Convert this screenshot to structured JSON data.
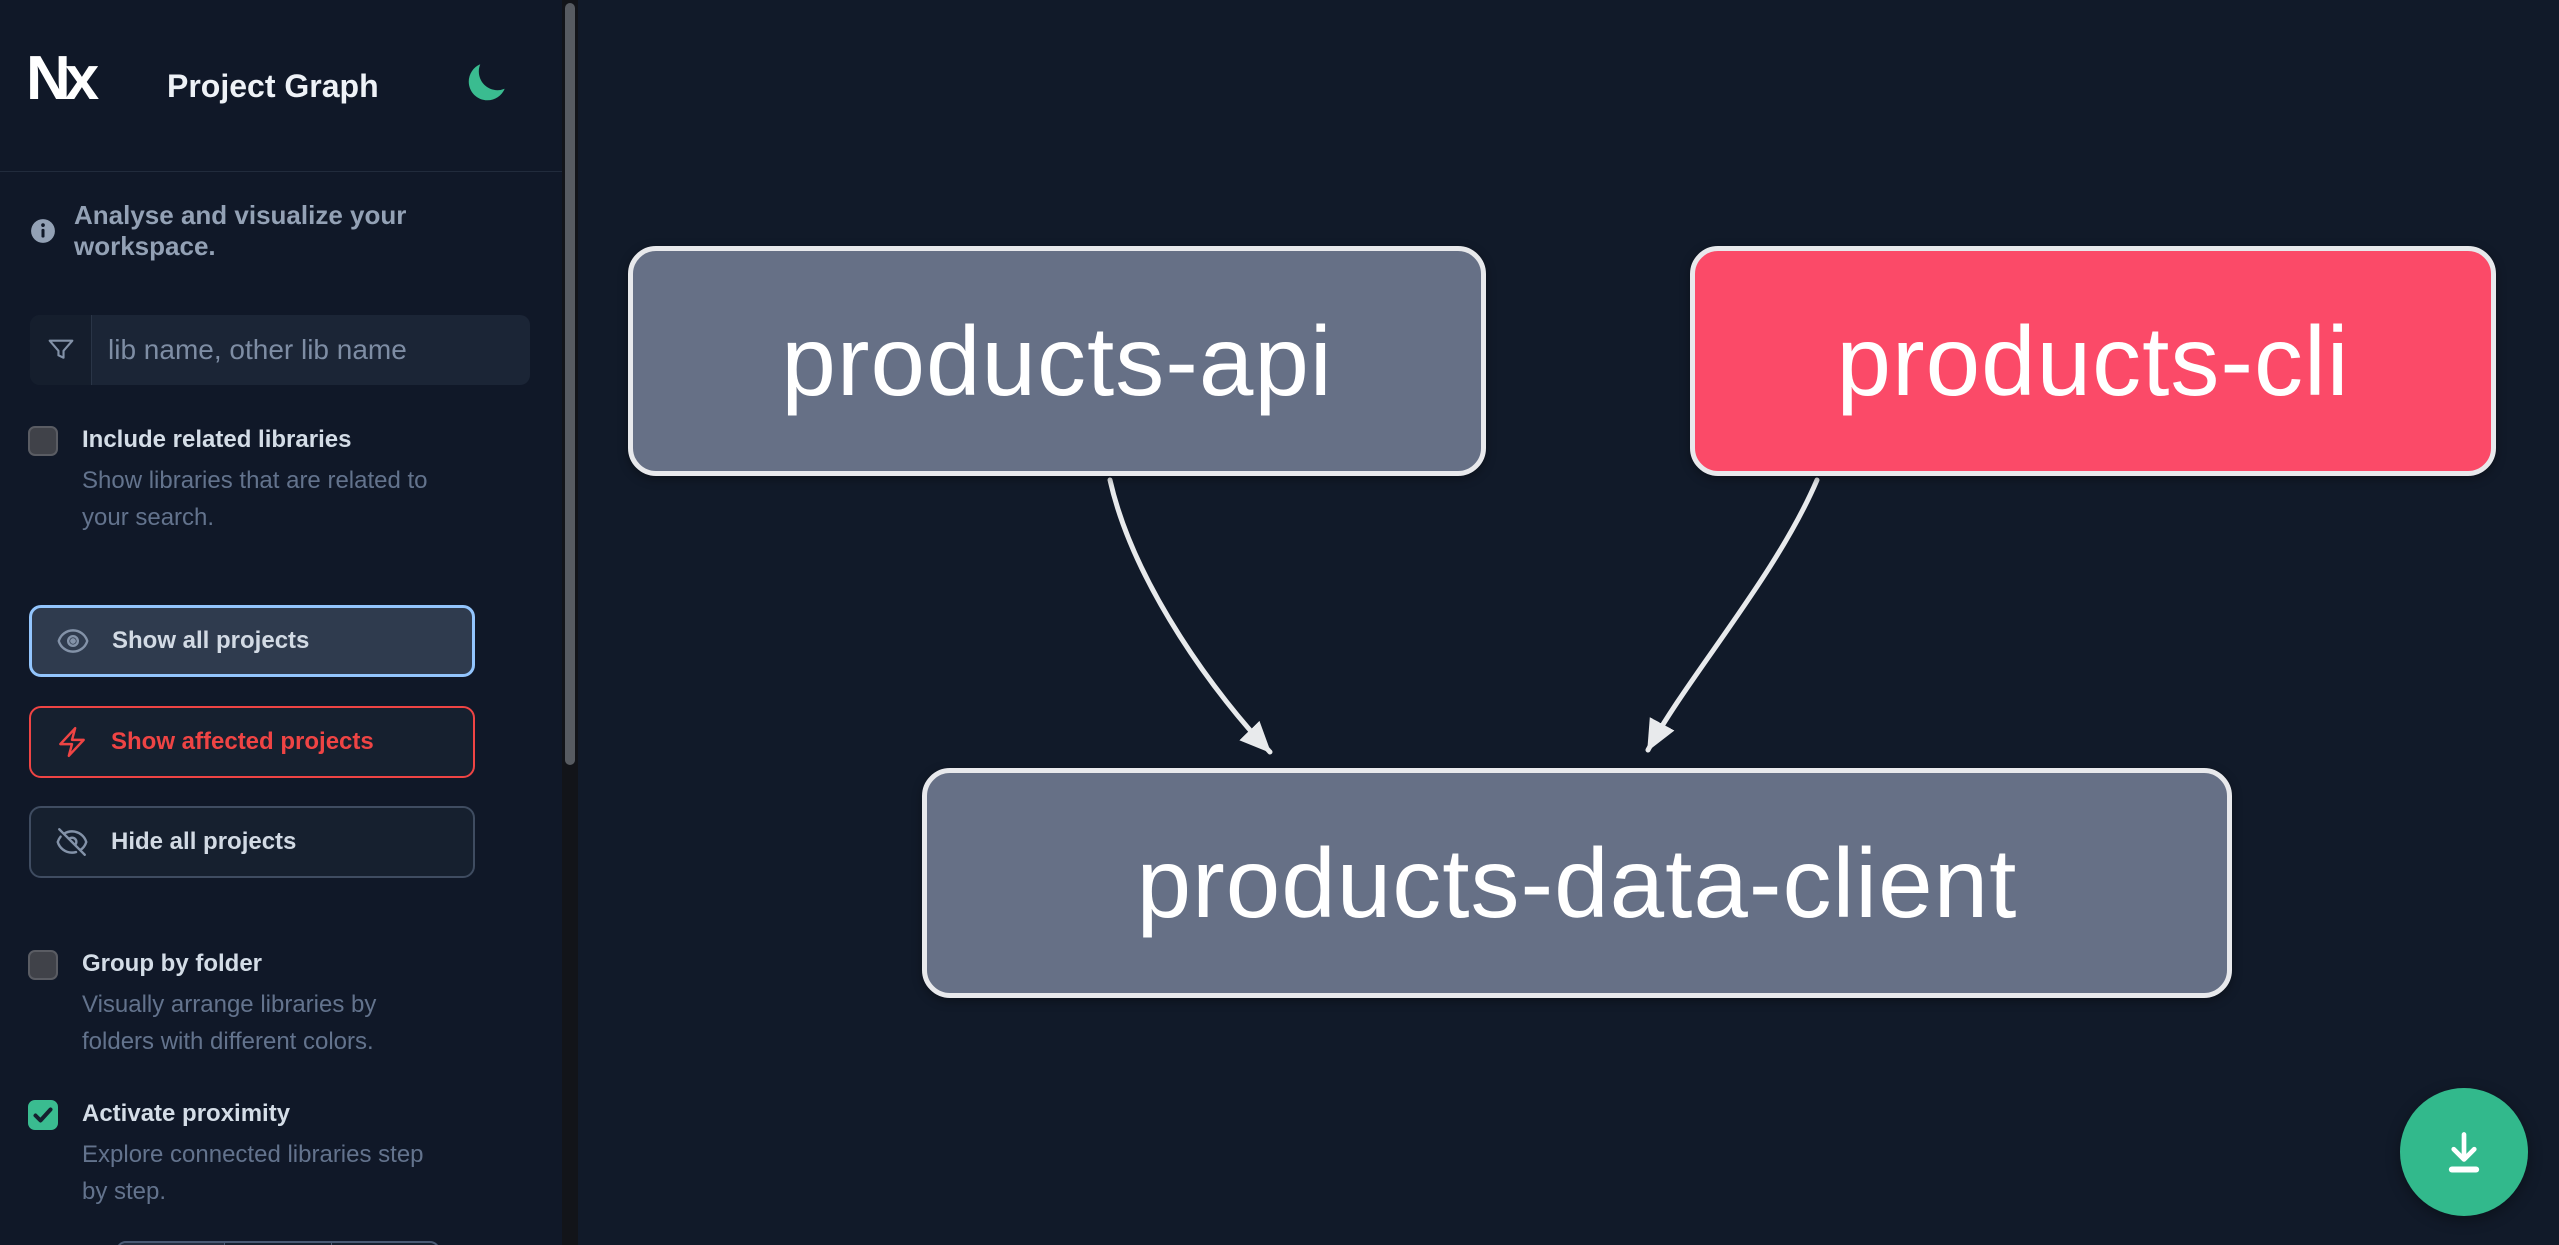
{
  "header": {
    "logo_text": "Nx",
    "title": "Project Graph",
    "theme_icon": "moon-icon"
  },
  "sidebar": {
    "info_icon": "info-icon",
    "info_text": "Analyse and visualize your workspace.",
    "search": {
      "icon": "filter-icon",
      "placeholder": "lib name, other lib name",
      "value": ""
    },
    "toggles": [
      {
        "id": "include-related-libraries",
        "label": "Include related libraries",
        "description": "Show libraries that are related to\nyour search.",
        "checked": false
      },
      {
        "id": "group-by-folder",
        "label": "Group by folder",
        "description": "Visually arrange libraries by\nfolders with different colors.",
        "checked": false
      },
      {
        "id": "activate-proximity",
        "label": "Activate proximity",
        "description": "Explore connected libraries step\nby step.",
        "checked": true
      }
    ],
    "buttons": [
      {
        "id": "show-all-projects",
        "label": "Show all projects",
        "icon": "eye-icon",
        "state": "focused"
      },
      {
        "id": "show-affected-projects",
        "label": "Show affected projects",
        "icon": "bolt-icon",
        "state": "affected"
      },
      {
        "id": "hide-all-projects",
        "label": "Hide all projects",
        "icon": "eye-slash-icon",
        "state": "default"
      }
    ]
  },
  "graph": {
    "nodes": [
      {
        "id": "products-api",
        "label": "products-api",
        "type": "default"
      },
      {
        "id": "products-cli",
        "label": "products-cli",
        "type": "affected"
      },
      {
        "id": "products-data-client",
        "label": "products-data-client",
        "type": "default"
      }
    ],
    "edges": [
      {
        "from": "products-api",
        "to": "products-data-client"
      },
      {
        "from": "products-cli",
        "to": "products-data-client"
      }
    ]
  },
  "fab": {
    "icon": "download-icon"
  },
  "colors": {
    "background": "#111a29",
    "sidebar_background": "#101828",
    "accent_green": "#32b98c",
    "affected_red": "#fb4a68",
    "button_red": "#ef4444",
    "focus_blue": "#93c5fd",
    "node_gray": "#667086",
    "node_border": "#e8e9ec",
    "edge": "#e8eaec",
    "muted_text": "#63738d"
  }
}
